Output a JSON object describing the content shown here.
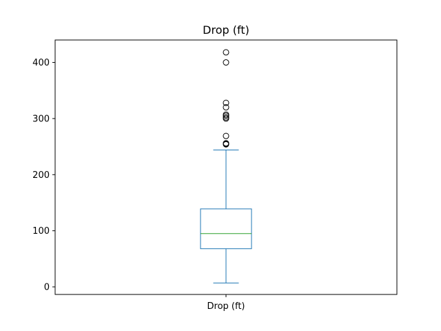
{
  "chart_data": {
    "type": "box",
    "title": "Drop (ft)",
    "xlabel": "",
    "ylabel": "",
    "categories": [
      "Drop (ft)"
    ],
    "ylim": [
      -13.5,
      440
    ],
    "yticks": [
      0,
      100,
      200,
      300,
      400
    ],
    "grid": false,
    "colors": {
      "box": "#1f77b4",
      "median": "#2ca02c",
      "outlier": "#000000"
    },
    "boxes": [
      {
        "name": "Drop (ft)",
        "whisker_low": 7,
        "q1": 68,
        "median": 95,
        "q3": 139,
        "whisker_high": 244,
        "outliers": [
          254,
          255,
          256,
          269,
          300,
          302,
          305,
          307,
          320,
          328,
          400,
          418
        ]
      }
    ]
  }
}
